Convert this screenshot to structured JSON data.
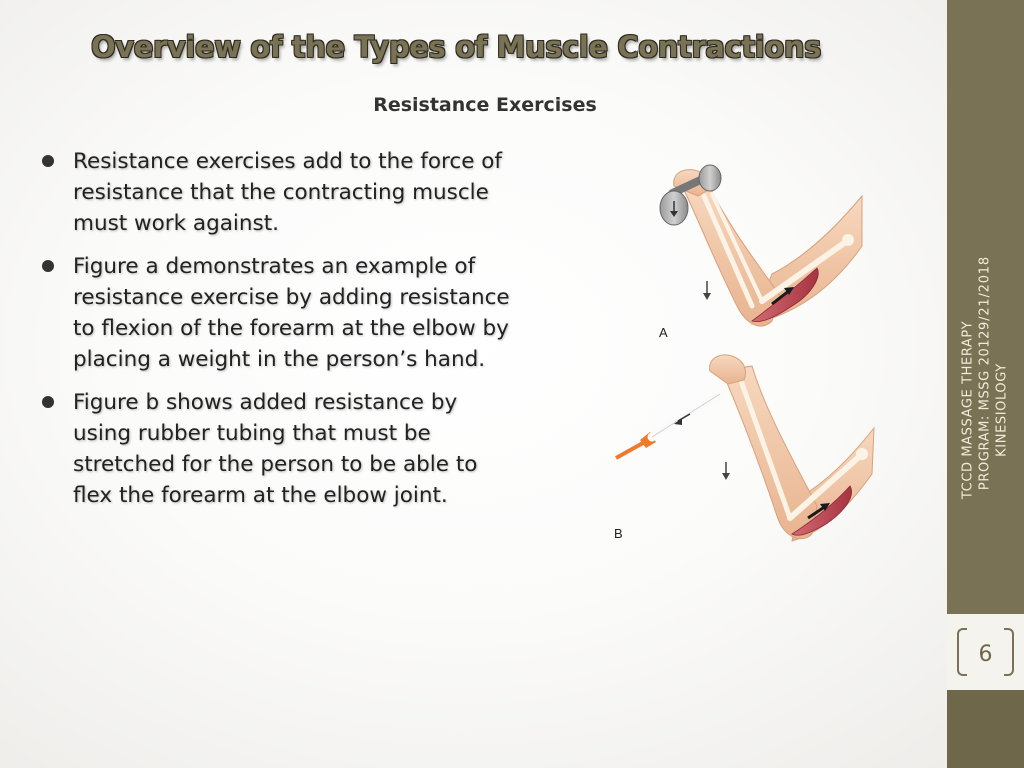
{
  "slide": {
    "title": "Overview of the Types of Muscle Contractions",
    "subtitle": "Resistance Exercises",
    "bullets": [
      "Resistance exercises add to the force of resistance that the contracting muscle must work against.",
      "Figure a demonstrates an example of resistance exercise by adding resistance to flexion of the forearm at the elbow by placing a weight in the person’s hand.",
      "Figure b shows added resistance by using rubber tubing that must be stretched for the person to be able to flex the forearm at the elbow joint."
    ],
    "figure": {
      "label_a": "A",
      "label_b": "B"
    }
  },
  "sidebar": {
    "footer_line1": "TCCD MASSAGE THERAPY",
    "footer_line2": "PROGRAM: MSSG 2012",
    "footer_line3": "KINESIOLOGY",
    "date": "9/21/2018",
    "slide_number": "6"
  },
  "colors": {
    "sidebar": "#7a7255",
    "title": "#7a7255",
    "muscle": "#b5404a",
    "skin": "#f2c9a8",
    "tubing": "#ee7a2a"
  }
}
